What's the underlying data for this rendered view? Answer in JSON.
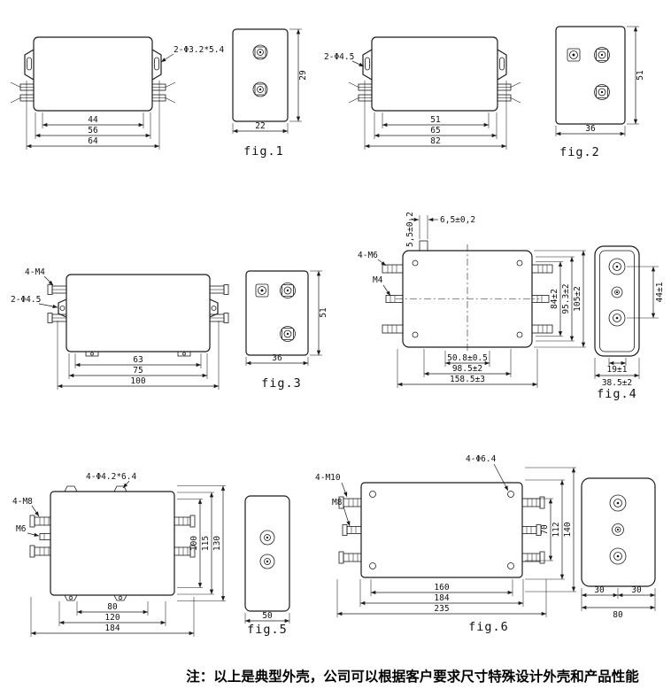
{
  "note": "注：以上是典型外壳，公司可以根据客户要求尺寸特殊设计外壳和产品性能",
  "figures": {
    "fig1": {
      "caption": "fig.1",
      "hole_label": "2-Φ3.2*5.4",
      "width_dims": [
        "44",
        "56",
        "64"
      ],
      "end_width": "22",
      "end_height": "29"
    },
    "fig2": {
      "caption": "fig.2",
      "hole_label": "2-Φ4.5",
      "width_dims": [
        "51",
        "65",
        "82"
      ],
      "end_width": "36",
      "end_height": "51"
    },
    "fig3": {
      "caption": "fig.3",
      "terminal_label": "4-M4",
      "hole_label": "2-Φ4.5",
      "width_dims": [
        "63",
        "75",
        "100"
      ],
      "end_width": "36",
      "end_height": "51"
    },
    "fig4": {
      "caption": "fig.4",
      "stud_label": "4-M6",
      "mid_stud_label": "M4",
      "top_offset_dim": "6,5±0,2",
      "top_height_dim": "5,5±0,2",
      "width_dims": [
        "50.8±0.5",
        "98.5±2",
        "158.5±3"
      ],
      "height_dims": [
        "84±2",
        "95.3±2",
        "105±2"
      ],
      "end_terminal_span": "44±1",
      "end_inner_width": "19±1",
      "end_width": "38.5±2"
    },
    "fig5": {
      "caption": "fig.5",
      "corner_hole_label": "4-Φ4.2*6.4",
      "stud_label": "4-M8",
      "mid_stud_label": "M6",
      "width_dims": [
        "80",
        "120",
        "184"
      ],
      "height_dims": [
        "100",
        "115",
        "130"
      ],
      "end_width": "50"
    },
    "fig6": {
      "caption": "fig.6",
      "stud_label": "4-M10",
      "corner_hole_label": "4-Φ6.4",
      "mid_stud_label": "M8",
      "width_dims": [
        "160",
        "184",
        "235"
      ],
      "height_dims": [
        "70",
        "112",
        "140"
      ],
      "end_half_widths": [
        "30",
        "30"
      ],
      "end_width": "80"
    }
  }
}
